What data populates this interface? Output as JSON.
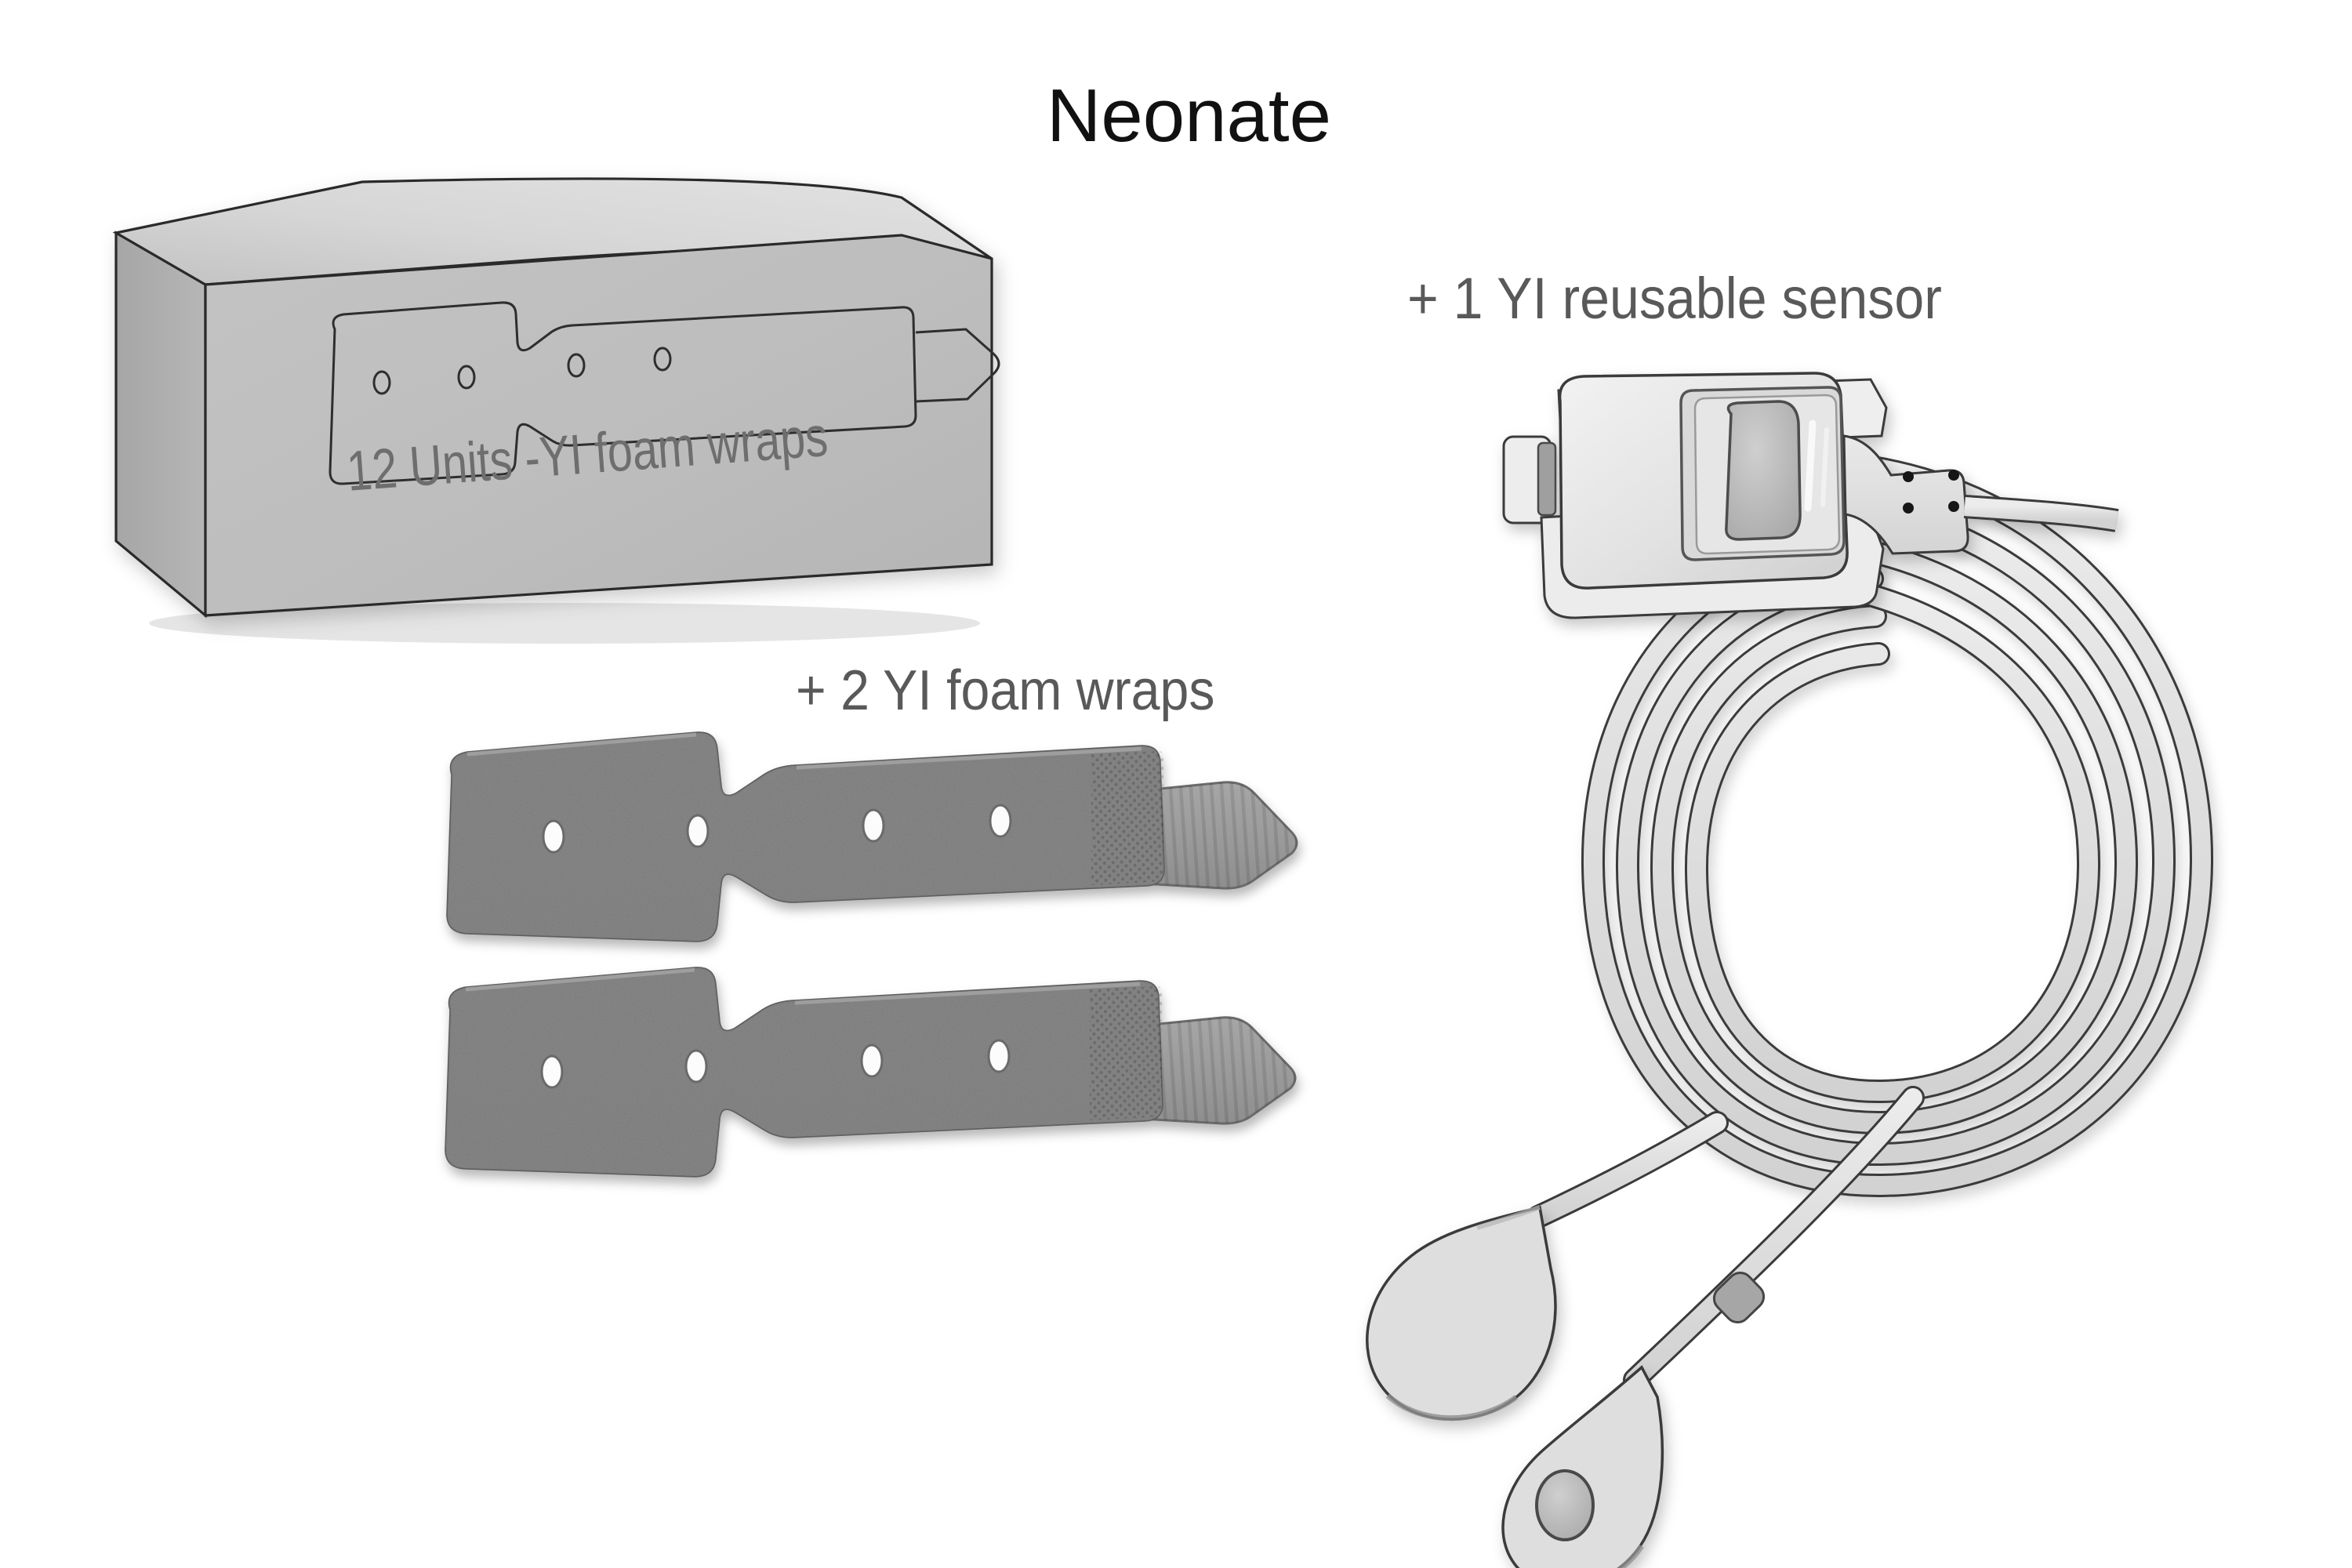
{
  "page": {
    "title": "Neonate",
    "background_color": "#ffffff"
  },
  "labels": {
    "sensor": "+  1  YI reusable sensor",
    "foam_wraps": "+  2  YI foam wraps"
  },
  "box": {
    "front_text": "12 Units -YI foam wraps",
    "units_count": "12",
    "face_color": "#bcbcbc",
    "top_color": "#d6d6d6",
    "side_color": "#ababab",
    "outline_color": "#2c2c2c",
    "text_color": "#6e6e6e",
    "wrap_outline_holes": 4
  },
  "foam_wraps": {
    "count": 2,
    "body_color": "#858585",
    "tail_color": "#9a9a9a",
    "hole_color": "#fefefe",
    "holes_per_wrap": 4,
    "items": [
      {
        "name": "foam-wrap-1"
      },
      {
        "name": "foam-wrap-2"
      }
    ]
  },
  "sensor": {
    "count": "1",
    "connector_color": "#e3e3e3",
    "cable_color": "#e0e0e0",
    "outline_color": "#3a3a3a",
    "connector_pins": 4,
    "cable_coil_turns": 4,
    "probe_pads": 2,
    "cable_marker_color": "#a6a6a6",
    "detector_color": "#b0b0b0"
  },
  "icons": {
    "plus": "plus-icon"
  }
}
